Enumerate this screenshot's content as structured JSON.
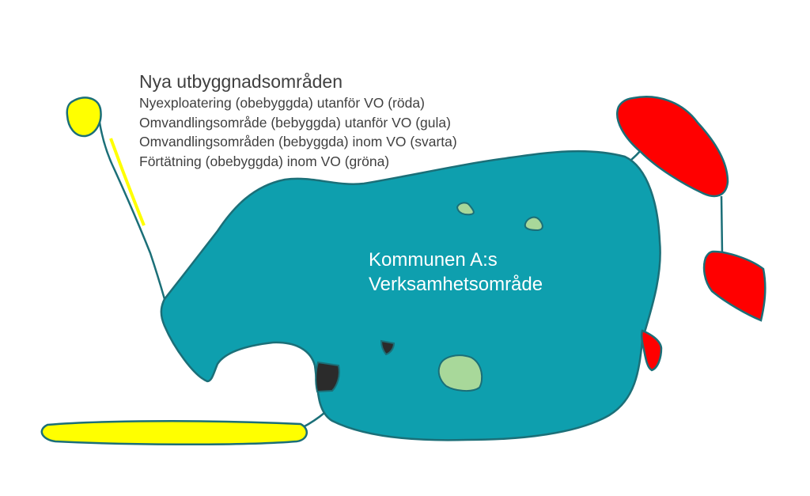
{
  "legend": {
    "title": "Nya utbyggnadsområden",
    "lines": [
      "Nyexploatering (obebyggda) utanför VO (röda)",
      "Omvandlingsområde (bebyggda) utanför VO (gula)",
      "Omvandlingsområden (bebyggda) inom VO (svarta)",
      "Förtätning (obebyggda) inom VO (gröna)"
    ]
  },
  "main_area": {
    "label_line1": "Kommunen A:s",
    "label_line2": "Verksamhetsområde"
  },
  "colors": {
    "main_fill": "#0e9fae",
    "outline": "#1b6f78",
    "red": "#ff0000",
    "yellow": "#ffff00",
    "black": "#2b2b2b",
    "green": "#a8d89a",
    "text": "#404040",
    "label_text": "#ffffff"
  }
}
